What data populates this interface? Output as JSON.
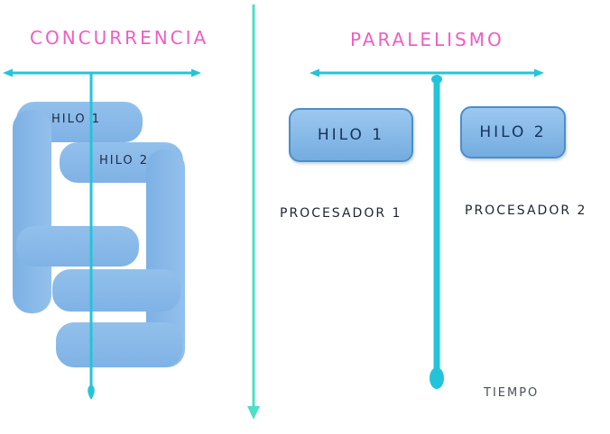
{
  "concurrency": {
    "title": "CONCURRENCIA",
    "hilo1": "HILO 1",
    "hilo2": "HILO 2"
  },
  "parallelism": {
    "title": "PARALELISMO",
    "hilo1": "HILO 1",
    "hilo2": "HILO 2",
    "procesador1": "PROCESADOR 1",
    "procesador2": "PROCESADOR 2",
    "tiempo": "TIEMPO"
  },
  "colors": {
    "title_pink": "#ee5ec4",
    "timeline_cyan": "#23c4da",
    "divider_mint": "#4ce0c4",
    "thread_blue": "#88bae9",
    "box_border_blue": "#4a8fc9",
    "box_text_navy": "#16335c"
  }
}
